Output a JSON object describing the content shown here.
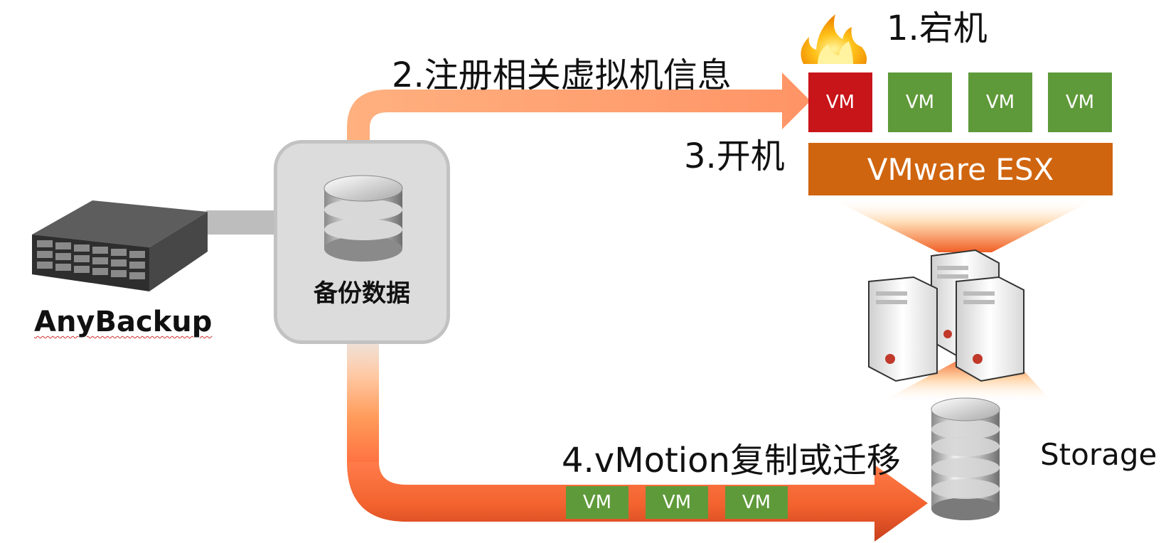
{
  "colors": {
    "arrow_orange": "#ff9a66",
    "arrow_dark": "#f05a2a",
    "vm_green": "#5f9a3a",
    "vm_red": "#c8151a",
    "esx_orange": "#d0650f",
    "box_gray": "#dcdcdc"
  },
  "steps": {
    "crash": "1.宕机",
    "register": "2.注册相关虚拟机信息",
    "power_on": "3.开机",
    "vmotion": "4.vMotion复制或迁移"
  },
  "backup_data_label": "备份数据",
  "anybackup_label": "AnyBackup",
  "esx_label": "VMware ESX",
  "storage_label": "Storage",
  "host_vms": [
    {
      "label": "VM",
      "status": "failed"
    },
    {
      "label": "VM",
      "status": "running"
    },
    {
      "label": "VM",
      "status": "running"
    },
    {
      "label": "VM",
      "status": "running"
    }
  ],
  "migrating_vms": [
    {
      "label": "VM"
    },
    {
      "label": "VM"
    },
    {
      "label": "VM"
    }
  ],
  "icons": {
    "appliance": "rack-server-icon",
    "backup": "database-icon",
    "hosts": "server-tower-icon",
    "storage": "database-stack-icon",
    "crash": "fire-icon"
  }
}
